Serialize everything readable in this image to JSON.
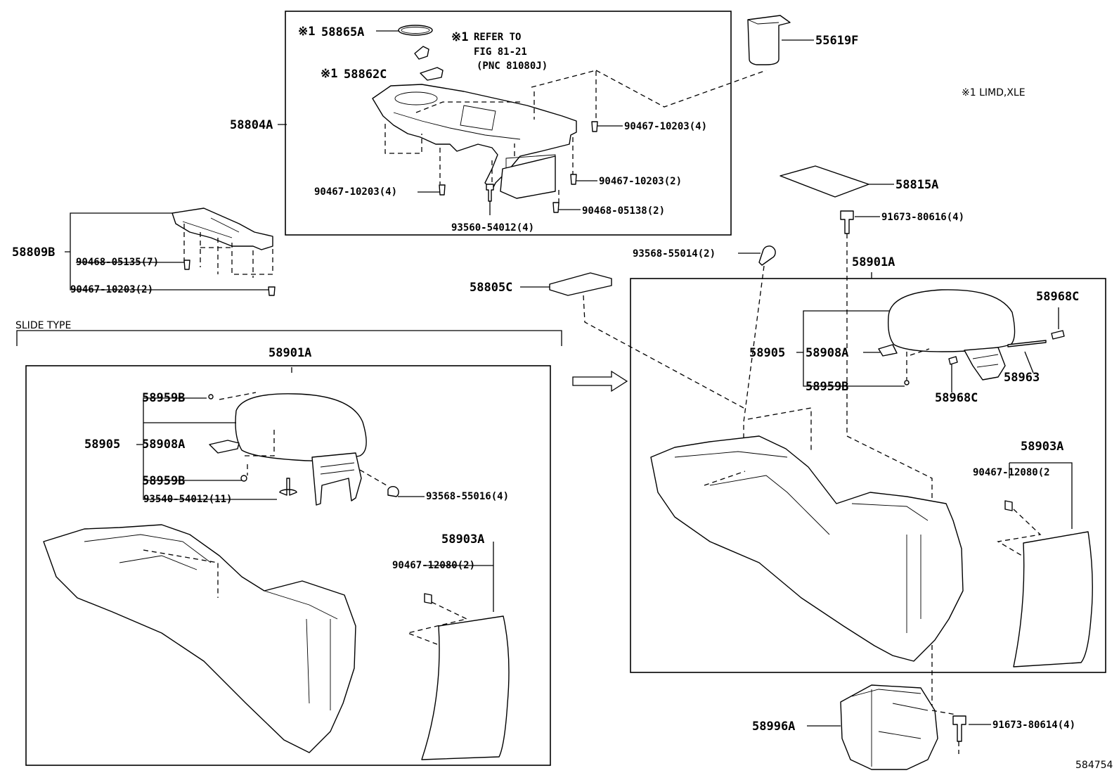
{
  "labels": {
    "p58865A": "58865A",
    "refer1": "REFER TO",
    "refer2": "FIG 81-21",
    "refer3": "(PNC 81080J)",
    "p58862C": "58862C",
    "p58804A": "58804A",
    "c90467_10203_4a": "90467-10203(4)",
    "c90467_10203_4b": "90467-10203(4)",
    "c90467_10203_2a": "90467-10203(2)",
    "c90468_05138_2": "90468-05138(2)",
    "c93560_54012_4": "93560-54012(4)",
    "p55619F": "55619F",
    "limd": "※1 LIMD,XLE",
    "mark1": "※1",
    "p58809B": "58809B",
    "c90468_05135_7": "90468-05135(7)",
    "c90467_10203_2b": "90467-10203(2)",
    "p58815A": "58815A",
    "c91673_80616_4": "91673-80616(4)",
    "c93568_55014_2": "93568-55014(2)",
    "p58901A_r": "58901A",
    "p58805C": "58805C",
    "p58968C_a": "58968C",
    "p58905_r": "58905",
    "p58908A_r": "58908A",
    "p58959B_r": "58959B",
    "p58963": "58963",
    "p58968C_b": "58968C",
    "slide": "SLIDE TYPE",
    "p58901A_l": "58901A",
    "p58959B_l1": "58959B",
    "p58905_l": "58905",
    "p58908A_l": "58908A",
    "p58959B_l2": "58959B",
    "c93540_54012_11": "93540-54012(11)",
    "c93568_55016_4": "93568-55016(4)",
    "p58903A_l": "58903A",
    "c90467_12080_2_l": "90467-12080(2)",
    "p58903A_r": "58903A",
    "c90467_12080_2_r": "90467-12080(2",
    "p58996A": "58996A",
    "c91673_80614_4": "91673-80614(4)",
    "figno": "584754"
  }
}
